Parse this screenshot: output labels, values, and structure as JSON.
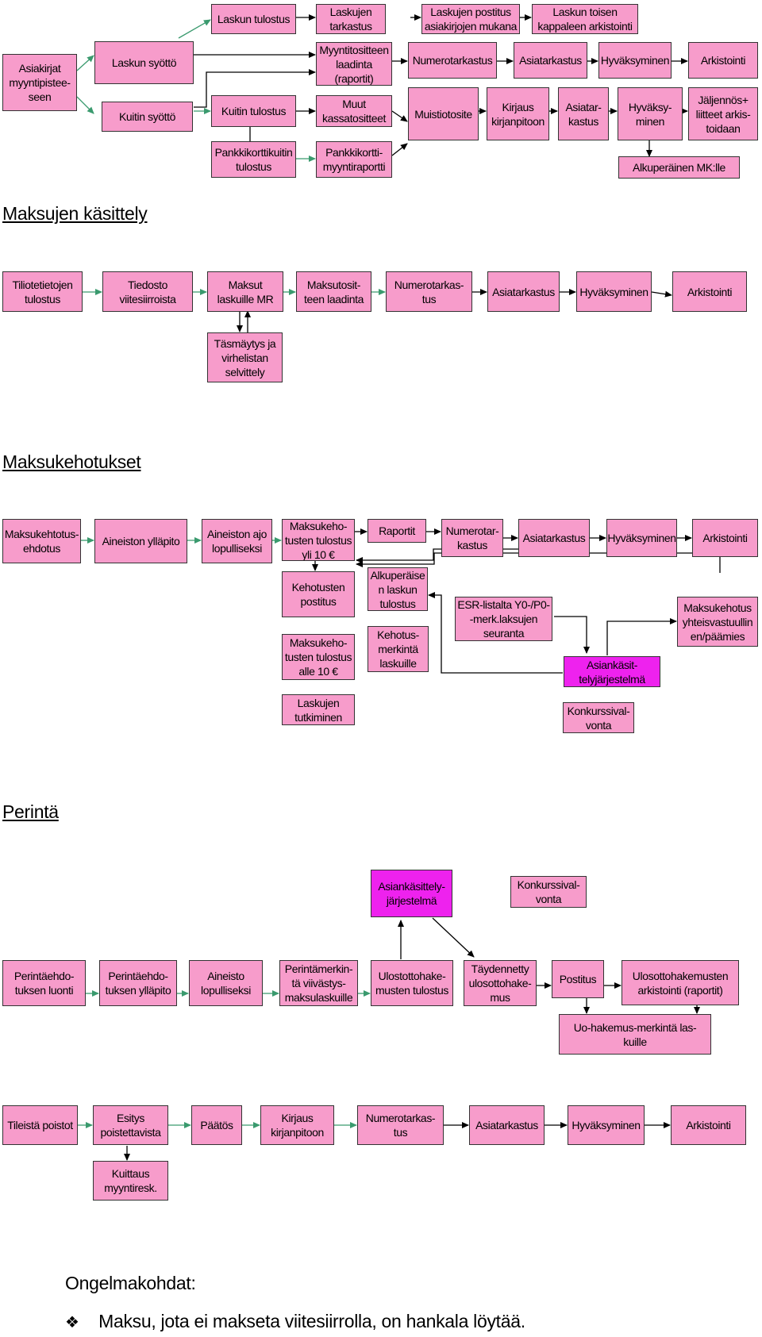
{
  "sections": {
    "payments": "Maksujen käsittely",
    "reminders": "Maksukehotukset",
    "collection": "Perintä"
  },
  "sales": {
    "docs": "Asiakirjat\nmyyntipistee-\nseen",
    "invoice_input": "Laskun syöttö",
    "receipt_input": "Kuitin syöttö",
    "invoice_print": "Laskun tulostus",
    "invoice_check": "Laskujen\ntarkastus",
    "invoice_post": "Laskujen postitus\nasiakirjojen mukana",
    "invoice_archive": "Laskun toisen\nkappaleen arkistointi",
    "sales_voucher": "Myyntitositteen\nlaadinta\n(raportit)",
    "num_check": "Numerotarkastus",
    "content_check": "Asiatarkastus",
    "approval": "Hyväksyminen",
    "archive": "Arkistointi",
    "receipt_print": "Kuitin tulostus",
    "other_cash": "Muut\nkassatositteet",
    "memo": "Muistiotosite",
    "ledger": "Kirjaus\nkirjanpitoon",
    "content_check2": "Asiatar-\nkastus",
    "approval2": "Hyväksy-\nminen",
    "copy_attach": "Jäljennös+\nliitteet arkis-\ntoidaan",
    "card_receipt": "Pankkikorttikuitin\ntulostus",
    "card_report": "Pankkikortti-\nmyyntiraportti",
    "original_mk": "Alkuperäinen MK:lle"
  },
  "payments": {
    "statement": "Tiliotetietojen\ntulostus",
    "file": "Tiedosto\nviitesiirroista",
    "paid": "Maksut\nlaskuille MR",
    "voucher": "Maksutosit-\nteen laadinta",
    "num_check": "Numerotarkas-\ntus",
    "content_check": "Asiatarkastus",
    "approval": "Hyväksyminen",
    "archive": "Arkistointi",
    "reconcile": "Täsmäytys ja\nvirhelistan\nselvittely"
  },
  "reminders": {
    "proposal": "Maksukehtotus-\nehdotus",
    "maintain": "Aineiston ylläpito",
    "final_run": "Aineiston ajo\nlopulliseksi",
    "print_over": "Maksukeho-\ntusten tulostus\nyli 10 €",
    "reports": "Raportit",
    "num_check": "Numerotar-\nkastus",
    "content_check": "Asiatarkastus",
    "approval": "Hyväksyminen",
    "archive": "Arkistointi",
    "mail": "Kehotusten\npostitus",
    "orig_print": "Alkuperäise\nn laskun\ntulostus",
    "esr": "ESR-listalta Y0-/P0-\n-merk.laksujen\nseuranta",
    "joint": "Maksukehotus\nyhteisvastuullin\nen/päämies",
    "print_under": "Maksukeho-\ntusten tulostus\nalle  10 €",
    "mark": "Kehotus-\nmerkintä\nlaskuille",
    "case_system": "Asiankäsit-\ntelyjärjestelmä",
    "investigate": "Laskujen\ntutkiminen",
    "bankruptcy": "Konkurssival-\nvonta"
  },
  "collection": {
    "case_system": "Asiankäsittely-\njärjestelmä",
    "bankruptcy": "Konkurssival-\nvonta",
    "proposal": "Perintäehdo-\ntuksen luonti",
    "maintain": "Perintäehdo-\ntuksen ylläpito",
    "final": "Aineisto\nlopulliseksi",
    "mark": "Perintämerkin-\ntä viivästys-\nmaksulaskuille",
    "print": "Ulostottohake-\nmusten tulostus",
    "supplemented": "Täydennetty\nulosottohake-\nmus",
    "mail": "Postitus",
    "archive_reports": "Ulosottohakemusten\narkistointi (raportit)",
    "uo_mark": "Uo-hakemus-merkintä las-\nkuille",
    "remove": "Tileistä poistot",
    "presentation": "Esitys\npoistettavista",
    "decision": "Päätös",
    "ledger": "Kirjaus\nkirjanpitoon",
    "num_check": "Numerotarkas-\ntus",
    "content_check": "Asiatarkastus",
    "approval": "Hyväksyminen",
    "archive": "Arkistointi",
    "ack": "Kuittaus\nmyyntiresk."
  },
  "notes": {
    "title": "Ongelmakohdat:",
    "bullet_icon": "diamond-bullet-icon",
    "item1": "Maksu, jota ei makseta viitesiirrolla, on hankala löytää."
  },
  "colors": {
    "box": "#f79ccb",
    "highlight": "#ee22ee",
    "arrow_green": "#3a9a6e",
    "arrow_black": "#000000"
  }
}
